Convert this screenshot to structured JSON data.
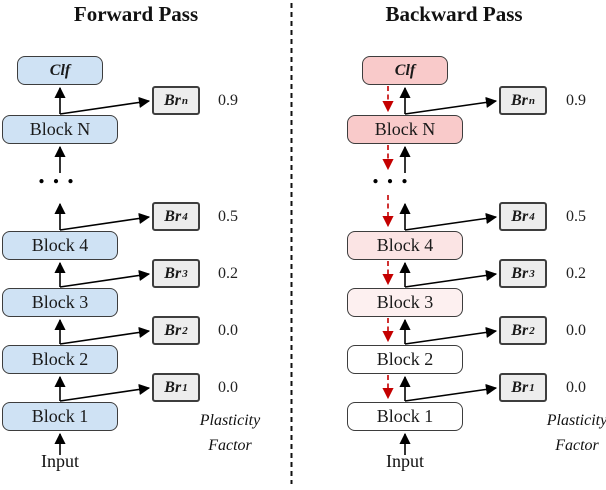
{
  "figure": {
    "forward": {
      "title": "Forward Pass",
      "clf_label": "Clf",
      "ellipsis": "...",
      "blocks": [
        {
          "label": "Block N"
        },
        {
          "label": "Block 4"
        },
        {
          "label": "Block 3"
        },
        {
          "label": "Block 2"
        },
        {
          "label": "Block 1"
        }
      ],
      "branches": [
        {
          "name": "Br",
          "sub": "n",
          "value": "0.9"
        },
        {
          "name": "Br",
          "sub": "4",
          "value": "0.5"
        },
        {
          "name": "Br",
          "sub": "3",
          "value": "0.2"
        },
        {
          "name": "Br",
          "sub": "2",
          "value": "0.0"
        },
        {
          "name": "Br",
          "sub": "1",
          "value": "0.0"
        }
      ],
      "plasticity": {
        "line1": "Plasticity",
        "line2": "Factor"
      },
      "input_label": "Input"
    },
    "backward": {
      "title": "Backward Pass",
      "clf_label": "Clf",
      "ellipsis": "...",
      "blocks": [
        {
          "label": "Block N"
        },
        {
          "label": "Block 4"
        },
        {
          "label": "Block 3"
        },
        {
          "label": "Block 2"
        },
        {
          "label": "Block 1"
        }
      ],
      "branches": [
        {
          "name": "Br",
          "sub": "n",
          "value": "0.9"
        },
        {
          "name": "Br",
          "sub": "4",
          "value": "0.5"
        },
        {
          "name": "Br",
          "sub": "3",
          "value": "0.2"
        },
        {
          "name": "Br",
          "sub": "2",
          "value": "0.0"
        },
        {
          "name": "Br",
          "sub": "1",
          "value": "0.0"
        }
      ],
      "plasticity": {
        "line1": "Plasticity",
        "line2": "Factor"
      },
      "input_label": "Input"
    },
    "colors": {
      "forward_block_fill": "#cfe2f4",
      "backward_high_plasticity_fill": "#f9caca",
      "backward_mid_plasticity_fill": "#fbe4e4",
      "backward_low_plasticity_fill": "#fdf0f0",
      "backward_zero_plasticity_fill": "#ffffff",
      "branch_box_fill": "#ededed",
      "outline": "#3d3d3d",
      "forward_arrow": "#000000",
      "backward_arrow": "#c40000"
    }
  }
}
